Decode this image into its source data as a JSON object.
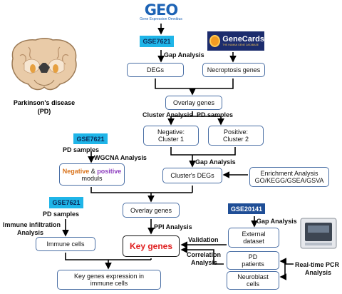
{
  "colors": {
    "accent": "#1fb5e8",
    "dark_tag": "#1f4e96",
    "key": "#e02020",
    "negative": "#d9731b",
    "positive": "#8e3fbf"
  },
  "geo": {
    "logo": "GEO",
    "subtitle": "Gene Expression Omnibus"
  },
  "genecards": {
    "name": "GeneCards",
    "tagline": "THE HUMAN GENE DATABASE"
  },
  "brain": {
    "title": "Parkinson's disease",
    "abbr": "(PD)"
  },
  "tags": {
    "gse7621_top": "GSE7621",
    "gse7621_mid": "GSE7621",
    "gse7621_low": "GSE7621",
    "gse20141": "GSE20141"
  },
  "boxes": {
    "degs": "DEGs",
    "necroptosis": "Necroptosis genes",
    "overlay1": "Overlay genes",
    "neg_cluster": [
      "Negative:",
      "Cluster 1"
    ],
    "pos_cluster": [
      "Positive:",
      "Cluster 2"
    ],
    "cluster_degs": "Cluster's DEGs",
    "enrichment": [
      "Enrichment Analysis",
      "GO/KEGG/GSEA/GSVA"
    ],
    "modules": {
      "neg": "Negative",
      "amp": " & ",
      "pos": "positive",
      "rest": "moduls"
    },
    "overlay2": "Overlay genes",
    "key_genes": "Key genes",
    "immune_cells": "Immune cells",
    "external": [
      "External",
      "dataset"
    ],
    "pd_patients": [
      "PD",
      "patients"
    ],
    "neuroblast": [
      "Neuroblast",
      "cells"
    ],
    "key_expr": [
      "Key genes expression in",
      "immune cells"
    ]
  },
  "labels": {
    "gap1": "Gap Analysis",
    "cluster_analysis": "Cluster Analysis",
    "pd_samples_1": "PD samples",
    "gap2": "Gap Analysis",
    "pd_samples_2": "PD samples",
    "wgcna": "WGCNA Analysis",
    "pd_samples_3": "PD samples",
    "immune_infil_1": "Immune infiltration",
    "immune_infil_2": "Analysis",
    "ppi": "PPI Analysis",
    "validation": "Validation",
    "correlation_1": "Correlation",
    "correlation_2": "Analysis",
    "gap3": "Gap Analysis",
    "pcr_1": "Real-time PCR",
    "pcr_2": "Analysis"
  }
}
